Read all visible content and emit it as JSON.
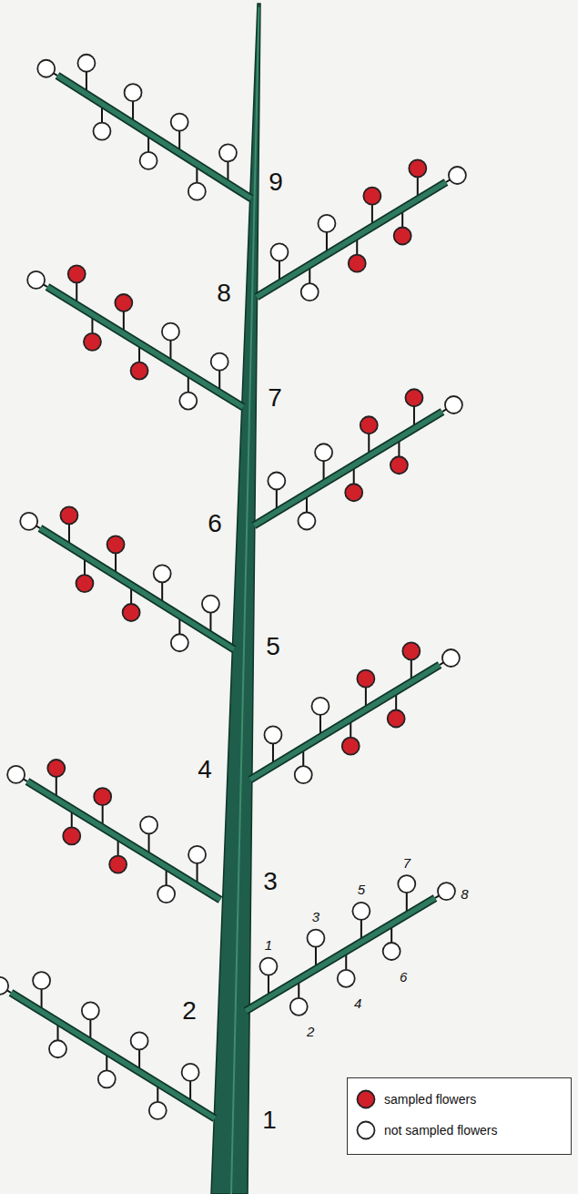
{
  "diagram": {
    "labels": [
      "1",
      "2",
      "3",
      "4",
      "5",
      "6",
      "7",
      "8",
      "9",
      "1",
      "2",
      "3",
      "4",
      "5",
      "6",
      "7",
      "8"
    ],
    "legend": [
      {
        "text": "sampled flowers",
        "color": "#d0202a"
      },
      {
        "text": "not sampled flowers",
        "color": "#ffffff"
      }
    ]
  }
}
